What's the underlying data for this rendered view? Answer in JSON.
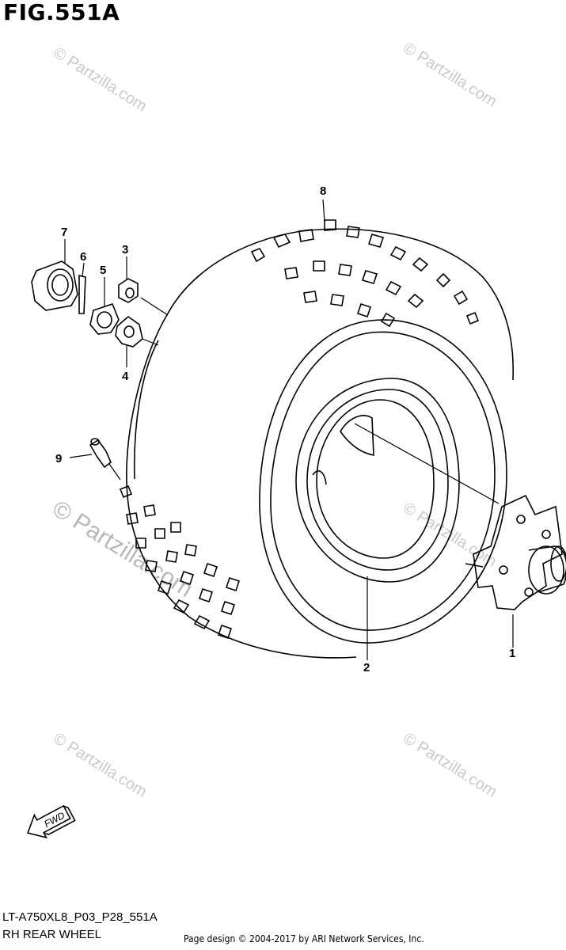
{
  "figure_title": "FIG.551A",
  "diagram_code": "LT-A750XL8_P03_P28_551A",
  "caption": "RH REAR WHEEL",
  "credit": "Page design © 2004-2017 by ARI Network Services, Inc.",
  "watermark_text": "© Partzilla.com",
  "fwd_label": "FWD",
  "callouts": [
    "1",
    "2",
    "3",
    "4",
    "5",
    "6",
    "7",
    "8",
    "9"
  ]
}
